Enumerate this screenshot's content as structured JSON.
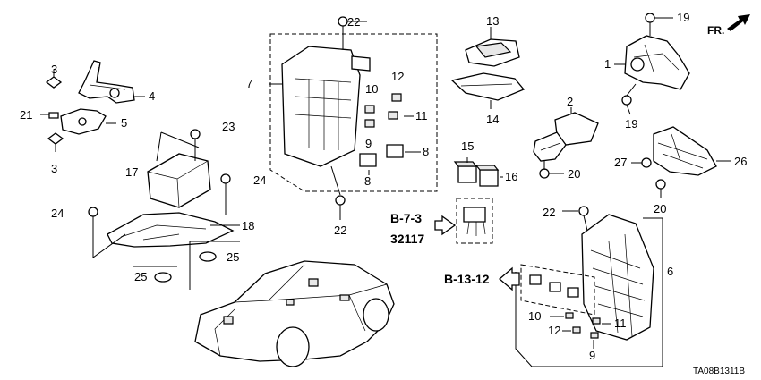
{
  "figure_code": "TA08B1311B",
  "orientation_label": "FR.",
  "references": [
    {
      "code": "B-7-3"
    },
    {
      "code": "32117"
    },
    {
      "code": "B-13-12"
    }
  ],
  "callouts": {
    "c1": "1",
    "c2": "2",
    "c3a": "3",
    "c3b": "3",
    "c4": "4",
    "c5": "5",
    "c6": "6",
    "c7": "7",
    "c8a": "8",
    "c8b": "8",
    "c9a": "9",
    "c9b": "9",
    "c10a": "10",
    "c10b": "10",
    "c11a": "11",
    "c11b": "11",
    "c12a": "12",
    "c12b": "12",
    "c13": "13",
    "c14": "14",
    "c15": "15",
    "c16": "16",
    "c17": "17",
    "c18": "18",
    "c19a": "19",
    "c19b": "19",
    "c20a": "20",
    "c20b": "20",
    "c21": "21",
    "c22a": "22",
    "c22b": "22",
    "c22c": "22",
    "c23": "23",
    "c24a": "24",
    "c24b": "24",
    "c25a": "25",
    "c25b": "25",
    "c26": "26",
    "c27": "27"
  }
}
